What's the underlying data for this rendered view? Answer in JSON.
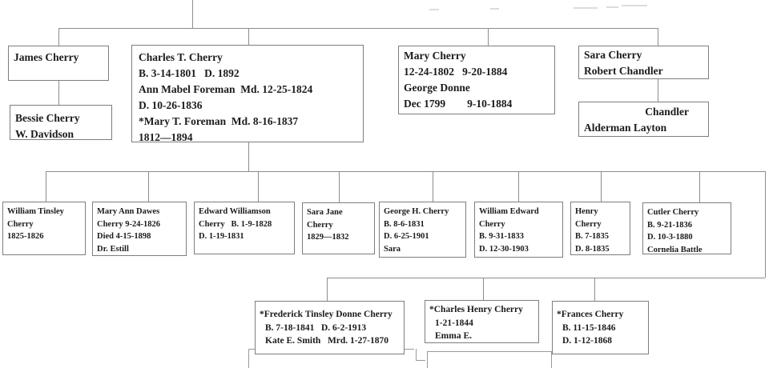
{
  "diagram_type": "family-tree",
  "colors": {
    "background": "#ffffff",
    "box_border": "#7e7e7e",
    "connector_line": "#8d8d8d",
    "text": "#1b1b1b"
  },
  "boxes": {
    "james": {
      "lines": [
        "James Cherry"
      ]
    },
    "bessie": {
      "lines": [
        "Bessie Cherry",
        "W. Davidson"
      ]
    },
    "charles_t": {
      "lines": [
        "Charles T. Cherry",
        "B. 3-14-1801   D. 1892",
        "Ann Mabel Foreman  Md. 12-25-1824",
        "D. 10-26-1836",
        "*Mary T. Foreman  Md. 8-16-1837",
        "1812—1894"
      ]
    },
    "mary": {
      "lines": [
        "Mary Cherry",
        "12-24-1802   9-20-1884",
        "George Donne",
        "Dec 1799        9-10-1884"
      ]
    },
    "sara": {
      "lines": [
        "Sara Cherry",
        "Robert Chandler"
      ]
    },
    "chandler": {
      "lines": [
        "Chandler",
        "Alderman Layton"
      ]
    },
    "william_tinsley": {
      "lines": [
        "William Tinsley",
        "Cherry",
        "1825-1826"
      ]
    },
    "mary_ann": {
      "lines": [
        "Mary Ann Dawes",
        "Cherry 9-24-1826",
        "Died 4-15-1898",
        "Dr. Estill"
      ]
    },
    "edward": {
      "lines": [
        "Edward Williamson",
        "Cherry   B. 1-9-1828",
        "D. 1-19-1831"
      ]
    },
    "sara_jane": {
      "lines": [
        "Sara Jane",
        "Cherry",
        "1829—1832"
      ]
    },
    "george": {
      "lines": [
        "George H. Cherry",
        "B. 8-6-1831",
        "D. 6-25-1901",
        "Sara"
      ]
    },
    "william_edward": {
      "lines": [
        "William Edward",
        "Cherry",
        "B. 9-31-1833",
        "D. 12-30-1903"
      ]
    },
    "henry": {
      "lines": [
        "Henry",
        "Cherry",
        "B. 7-1835",
        "D. 8-1835"
      ]
    },
    "cutler": {
      "lines": [
        "Cutler Cherry",
        "B. 9-21-1836",
        "D. 10-3-1880",
        "Cornelia Battle"
      ]
    },
    "frederick": {
      "lines": [
        "*Frederick Tinsley Donne Cherry",
        "B. 7-18-1841   D. 6-2-1913",
        "Kate E. Smith   Mrd. 1-27-1870"
      ]
    },
    "charles_henry": {
      "lines": [
        "*Charles Henry Cherry",
        "1-21-1844",
        "Emma E."
      ]
    },
    "frances": {
      "lines": [
        "*Frances Cherry",
        "B. 11-15-1846",
        "D. 1-12-1868"
      ]
    }
  }
}
